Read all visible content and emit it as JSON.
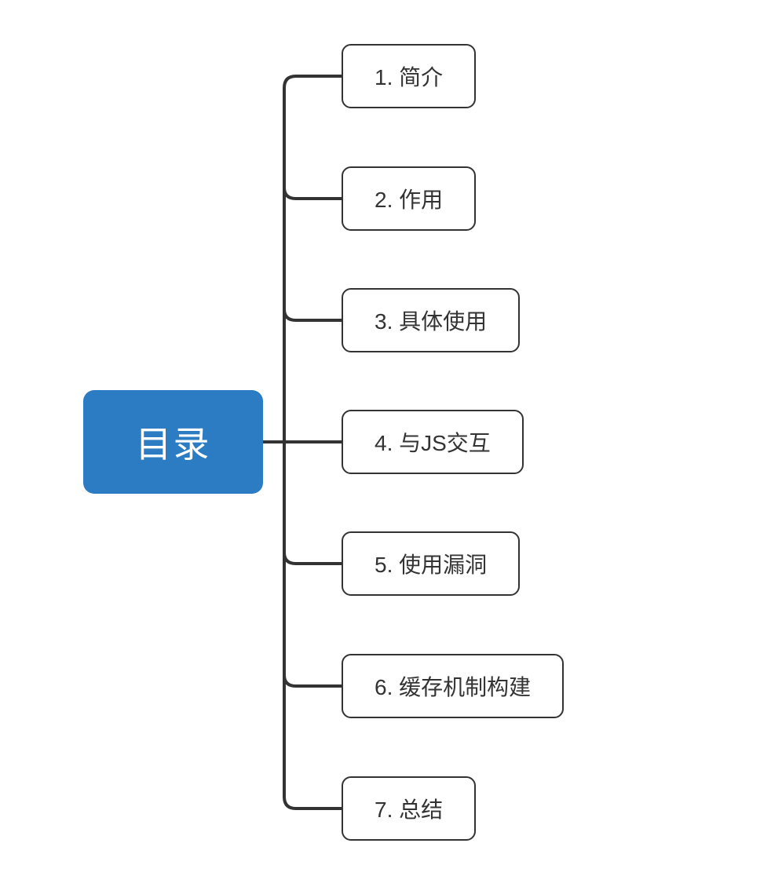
{
  "diagram": {
    "type": "mindmap",
    "root": {
      "label": "目录"
    },
    "nodes": [
      {
        "label": "1. 简介"
      },
      {
        "label": "2. 作用"
      },
      {
        "label": "3. 具体使用"
      },
      {
        "label": "4. 与JS交互"
      },
      {
        "label": "5. 使用漏洞"
      },
      {
        "label": "6. 缓存机制构建"
      },
      {
        "label": "7. 总结"
      }
    ],
    "colors": {
      "background": "#ffffff",
      "line": "#333333",
      "node_bg": "#ffffff",
      "node_border": "#333333",
      "node_text": "#333333",
      "root_bg": "#2c7cc3",
      "root_text": "#ffffff"
    }
  }
}
